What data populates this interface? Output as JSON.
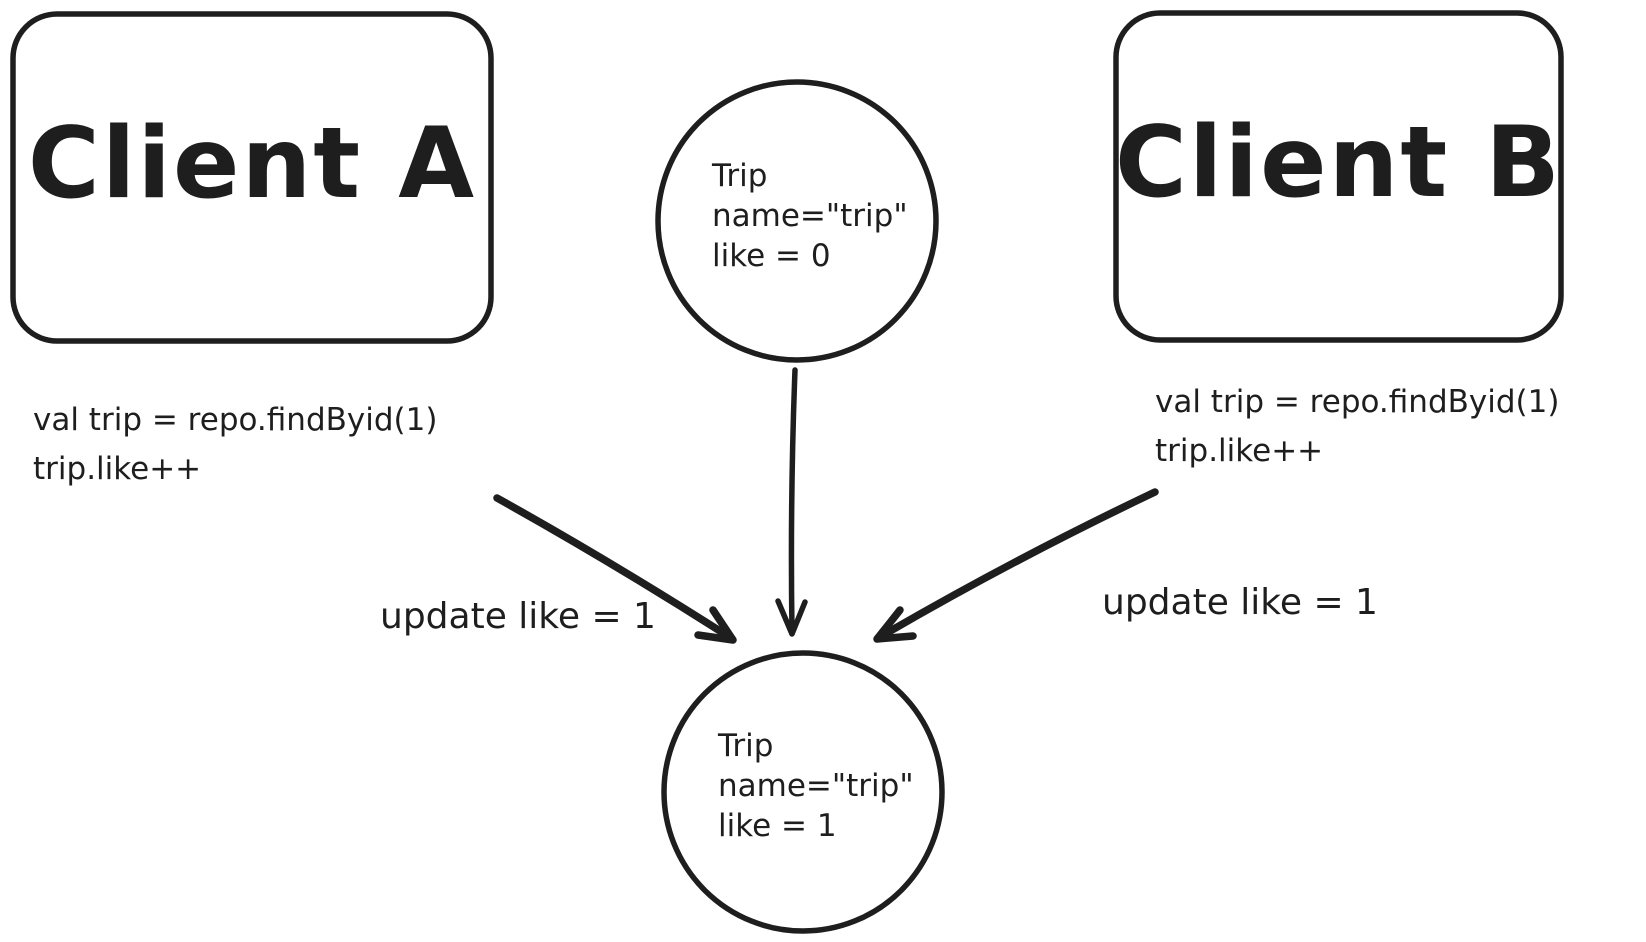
{
  "diagram": {
    "title_hint": "concurrent update of Trip entity by two clients",
    "ink_color": "#1e1e1e",
    "background_color": "#ffffff",
    "client_a": {
      "label": "Client A"
    },
    "client_b": {
      "label": "Client B"
    },
    "trip_before": {
      "line1": "Trip",
      "line2": "name=\"trip\"",
      "line3": "like = 0"
    },
    "trip_after": {
      "line1": "Trip",
      "line2": "name=\"trip\"",
      "line3": "like = 1"
    },
    "code_a": {
      "line1": "val trip = repo.findByid(1)",
      "line2": "trip.like++"
    },
    "code_b": {
      "line1": "val trip = repo.findByid(1)",
      "line2": "trip.like++"
    },
    "update_label_left": "update like = 1",
    "update_label_right": "update like = 1"
  }
}
